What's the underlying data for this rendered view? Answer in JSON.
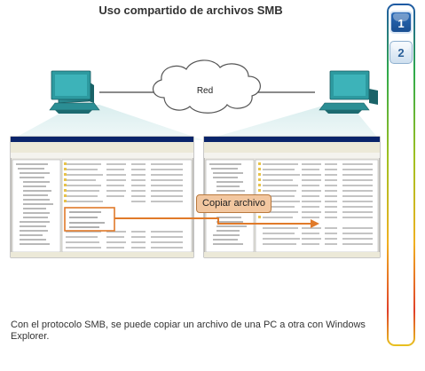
{
  "title": "Uso compartido de archivos SMB",
  "network_label": "Red",
  "copy_label": "Copiar archivo",
  "caption": "Con el protocolo SMB, se puede copiar un archivo de una PC a otra con Windows Explorer.",
  "nav": {
    "steps": [
      {
        "label": "1",
        "active": true
      },
      {
        "label": "2",
        "active": false
      }
    ]
  },
  "colors": {
    "pc_teal": "#2b8e94",
    "window_frame": "#d4d0c8",
    "titlebar": "#0a246a",
    "highlight": "#e07a2a",
    "arrow": "#e07a2a",
    "nav_active": "#1f5aa3",
    "nav_inactive": "#d7e5f2"
  }
}
